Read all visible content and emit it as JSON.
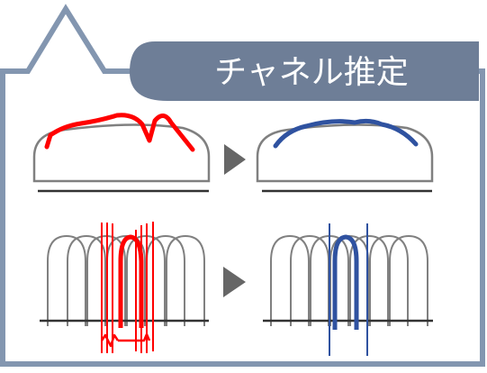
{
  "title": "チャネル推定",
  "colors": {
    "frame": "#8396B0",
    "title_badge": "#6E7E97",
    "title_text": "#ffffff",
    "outline": "#808080",
    "baseline": "#333333",
    "noisy": "#FF0000",
    "estimated": "#2F52A0",
    "arrow": "#666666"
  },
  "icons": {
    "top_before": "noisy-channel-curve",
    "top_after": "estimated-channel-curve",
    "bottom_before": "noisy-subcarrier-peak",
    "bottom_after": "estimated-subcarrier-peak",
    "transition": "right-triangle-arrow-icon"
  }
}
